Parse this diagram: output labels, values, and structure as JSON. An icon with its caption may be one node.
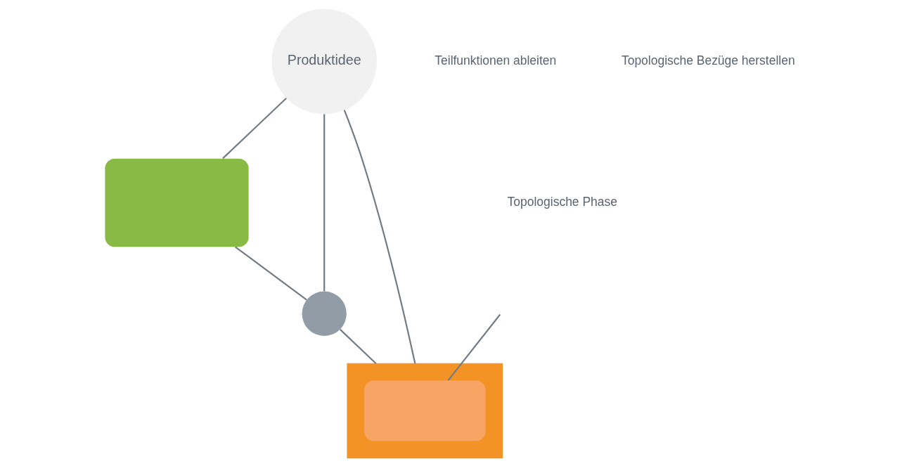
{
  "diagram": {
    "nodes": [
      {
        "text": [
          "Produktidee"
        ]
      },
      {
        "text": [],
        "shape": "box"
      },
      {
        "text": [],
        "shape": "circle"
      },
      {
        "text": [],
        "shape": "box"
      },
      {
        "text": [],
        "shape": "box",
        "in": 3
      }
    ],
    "edges": [
      {
        "from": 0,
        "to": 1,
        "arrow": "none"
      },
      {
        "from": 0,
        "to": 2,
        "arrow": "none"
      },
      {
        "from": 0,
        "to": 3,
        "arrow": "none"
      },
      {
        "from": 2,
        "to": 3,
        "arrow": "none"
      },
      {
        "from": 1,
        "to": 2,
        "arrow": "none"
      },
      {
        "from": null,
        "to": 4,
        "arrow": "none"
      }
    ],
    "labels": [
      "Topologische Phase",
      "Teilfunktionen ableiten",
      "Topologische Bezüge herstellen"
    ]
  }
}
